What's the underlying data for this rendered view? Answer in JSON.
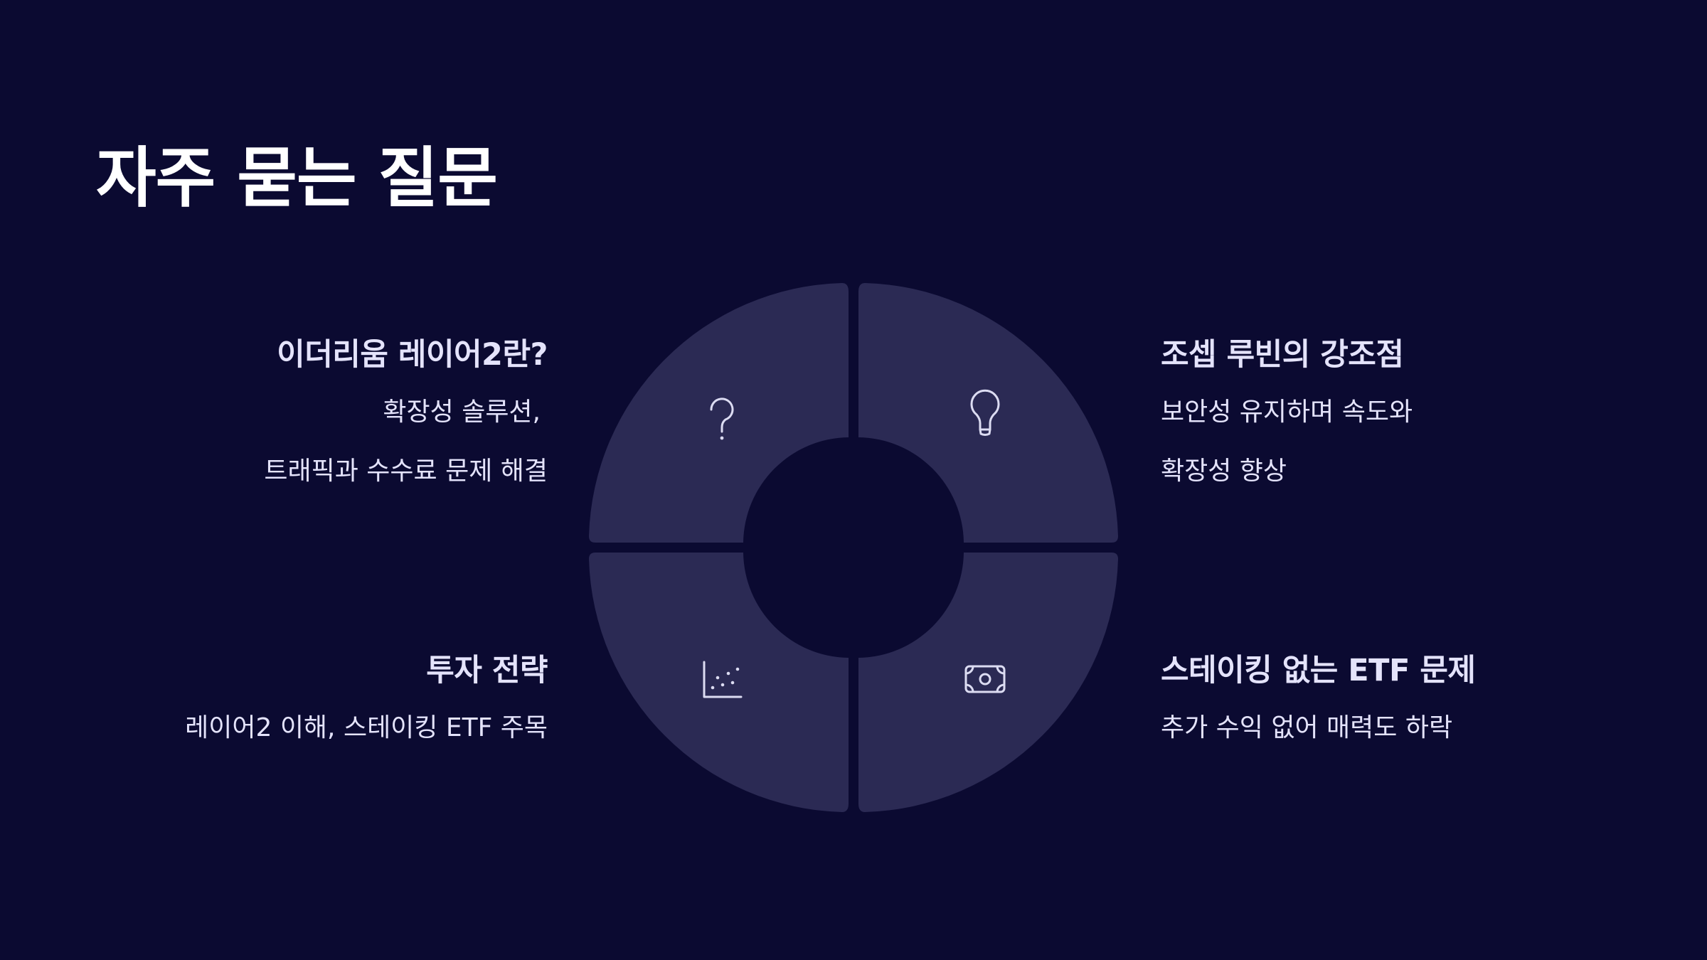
{
  "slide": {
    "title": "자주 묻는 질문"
  },
  "quadrants": {
    "top_left": {
      "heading": "이더리움 레이어2란?",
      "lines": [
        "확장성 솔루션,",
        "트래픽과 수수료 문제 해결"
      ],
      "icon": "question-icon"
    },
    "top_right": {
      "heading": "조셉 루빈의 강조점",
      "lines": [
        "보안성 유지하며 속도와",
        "확장성 향상"
      ],
      "icon": "lightbulb-icon"
    },
    "bottom_left": {
      "heading": "투자 전략",
      "lines": [
        "레이어2 이해, 스테이킹 ETF 주목"
      ],
      "icon": "scatter-chart-icon"
    },
    "bottom_right": {
      "heading": "스테이킹 없는 ETF 문제",
      "lines": [
        "추가 수익 없어 매력도 하락"
      ],
      "icon": "banknote-icon"
    }
  },
  "colors": {
    "background": "#0b0a31",
    "quadrant": "#2b2a54",
    "text": "#e4e3fb",
    "title": "#ffffff"
  }
}
